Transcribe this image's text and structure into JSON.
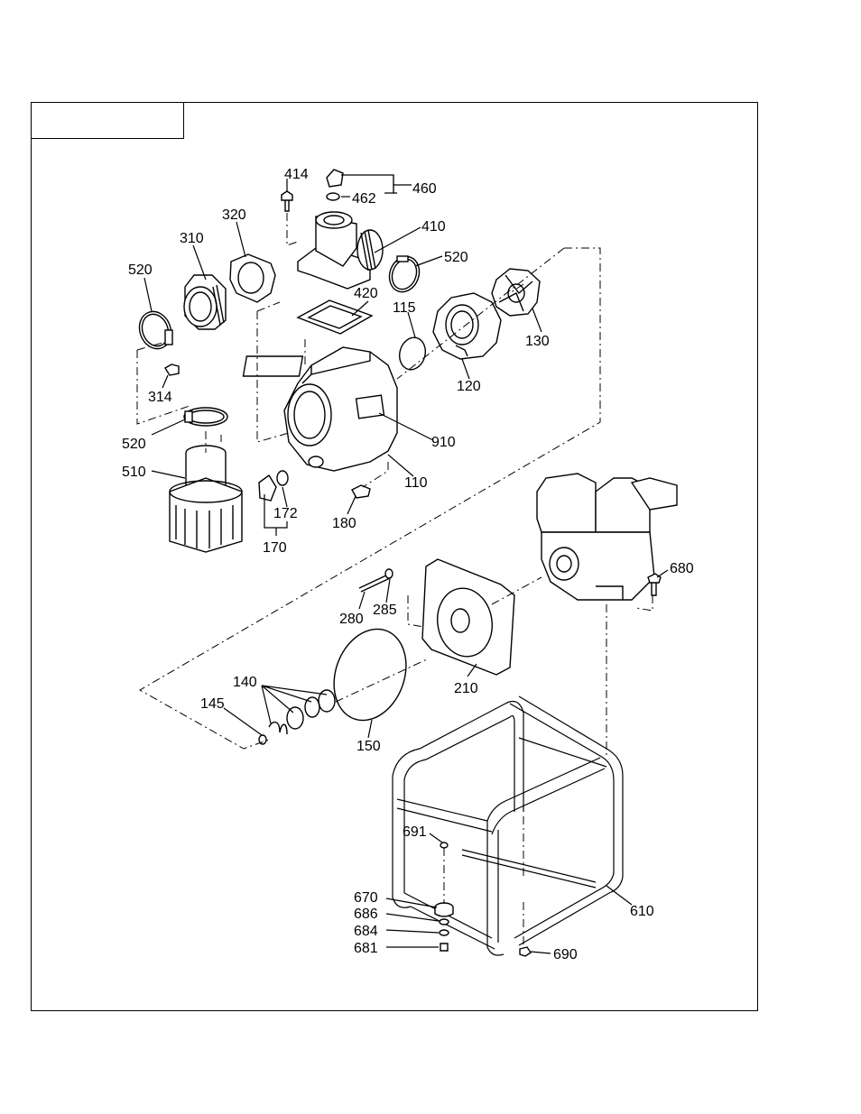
{
  "parts": [
    {
      "id": "414",
      "label": "414"
    },
    {
      "id": "460",
      "label": "460"
    },
    {
      "id": "462",
      "label": "462"
    },
    {
      "id": "320",
      "label": "320"
    },
    {
      "id": "410",
      "label": "410"
    },
    {
      "id": "310",
      "label": "310"
    },
    {
      "id": "520a",
      "label": "520"
    },
    {
      "id": "520b",
      "label": "520"
    },
    {
      "id": "420",
      "label": "420"
    },
    {
      "id": "115",
      "label": "115"
    },
    {
      "id": "130",
      "label": "130"
    },
    {
      "id": "314",
      "label": "314"
    },
    {
      "id": "120",
      "label": "120"
    },
    {
      "id": "520c",
      "label": "520"
    },
    {
      "id": "910",
      "label": "910"
    },
    {
      "id": "510",
      "label": "510"
    },
    {
      "id": "110",
      "label": "110"
    },
    {
      "id": "172",
      "label": "172"
    },
    {
      "id": "180",
      "label": "180"
    },
    {
      "id": "170",
      "label": "170"
    },
    {
      "id": "680",
      "label": "680"
    },
    {
      "id": "280",
      "label": "280"
    },
    {
      "id": "285",
      "label": "285"
    },
    {
      "id": "140",
      "label": "140"
    },
    {
      "id": "145",
      "label": "145"
    },
    {
      "id": "210",
      "label": "210"
    },
    {
      "id": "150",
      "label": "150"
    },
    {
      "id": "691",
      "label": "691"
    },
    {
      "id": "670",
      "label": "670"
    },
    {
      "id": "686",
      "label": "686"
    },
    {
      "id": "684",
      "label": "684"
    },
    {
      "id": "681",
      "label": "681"
    },
    {
      "id": "610",
      "label": "610"
    },
    {
      "id": "690",
      "label": "690"
    }
  ],
  "title_box_text": ""
}
